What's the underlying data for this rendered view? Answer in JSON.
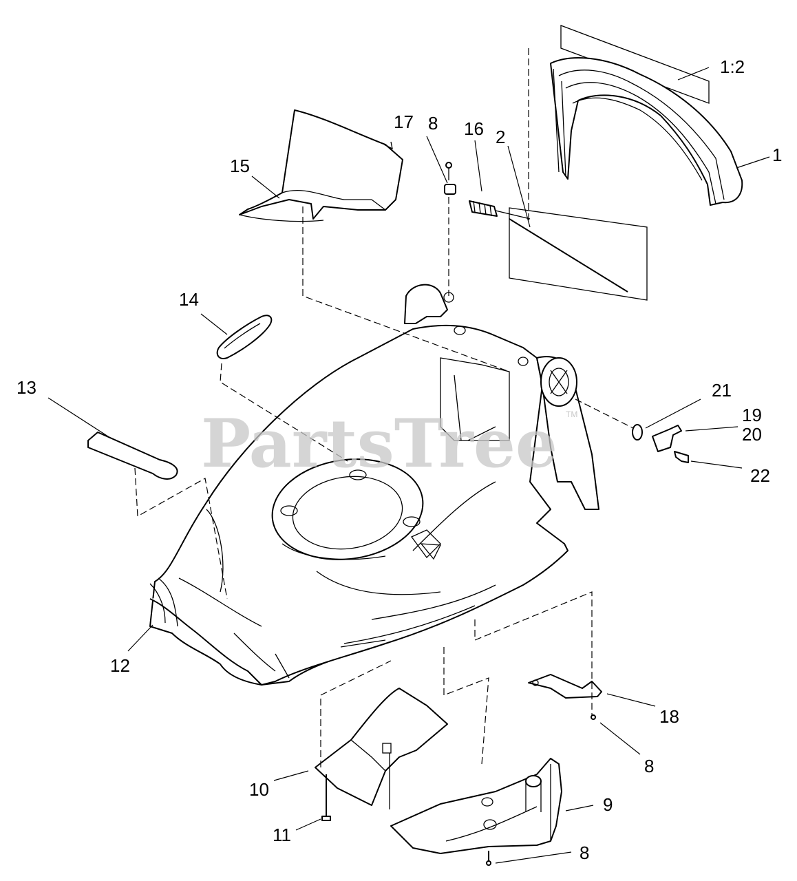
{
  "watermark": {
    "text": "PartsTree",
    "trademark": "TM"
  },
  "callouts": {
    "c_1_2": "1:2",
    "c_1": "1",
    "c_17": "17",
    "c_8_top": "8",
    "c_16": "16",
    "c_2": "2",
    "c_15": "15",
    "c_14": "14",
    "c_13": "13",
    "c_21": "21",
    "c_19": "19",
    "c_20": "20",
    "c_22": "22",
    "c_12": "12",
    "c_18": "18",
    "c_8_mid": "8",
    "c_10": "10",
    "c_9": "9",
    "c_11": "11",
    "c_8_bottom": "8"
  },
  "colors": {
    "line": "#000000",
    "background": "#ffffff",
    "watermark": "#c8c8c8"
  }
}
